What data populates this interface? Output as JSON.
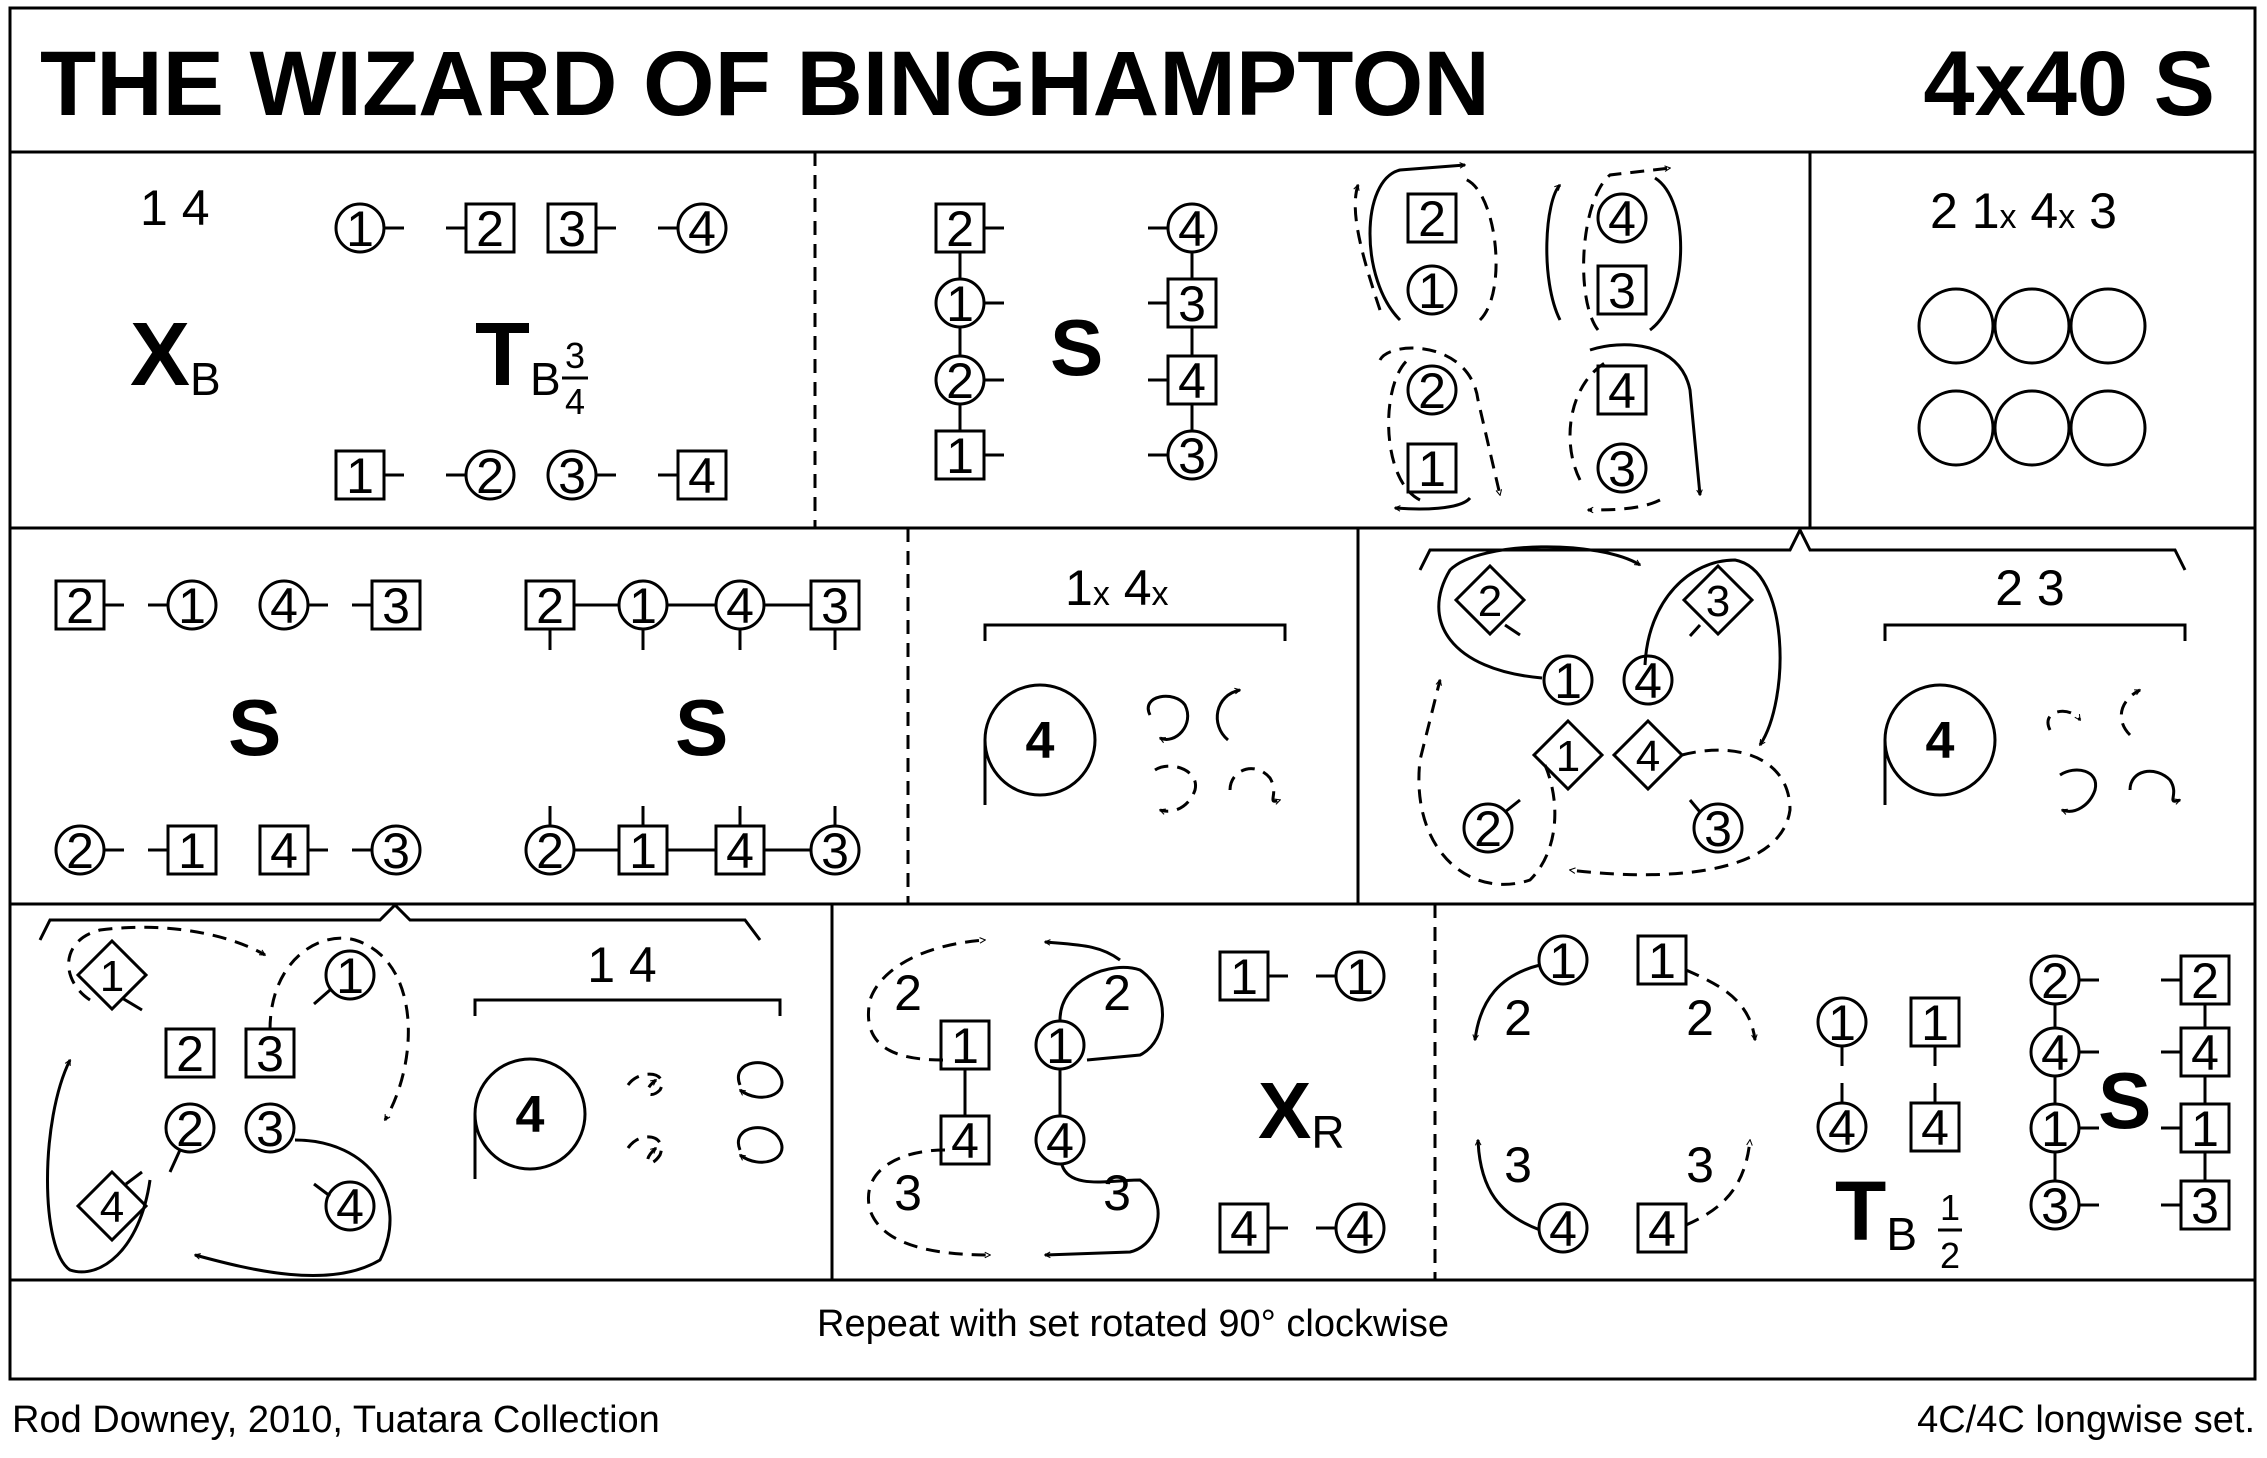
{
  "title": "THE WIZARD OF BINGHAMPTON",
  "formation": "4x40 S",
  "footer_text": "Repeat with set rotated 90° clockwise",
  "credit": "Rod Downey, 2010, Tuatara Collection",
  "set_type": "4C/4C longwise set.",
  "bars1": {
    "label_14": "1 4",
    "X": "X",
    "X_sub": "B",
    "T": "T",
    "T_sub": "B",
    "frac_num": "3",
    "frac_den": "4",
    "S": "S",
    "label_2x4x3": "2 1",
    "x1": "x",
    "x2": "x",
    "label_mid4": " 4",
    "label_end3": " 3"
  },
  "bars2": {
    "S_left": "S",
    "S_right": "S",
    "label_1x4x": "1",
    "x1": "x",
    "label_4": " 4",
    "x2": "x",
    "label_23": "2 3",
    "circle_four": "4"
  },
  "bars3": {
    "label_14": "1 4",
    "circle_four": "4",
    "X": "X",
    "X_sub": "R",
    "T": "T",
    "T_sub": "B",
    "frac_num": "1",
    "frac_den": "2",
    "S": "S",
    "n1": "1",
    "n2": "2",
    "n3": "3",
    "n4": "4"
  }
}
